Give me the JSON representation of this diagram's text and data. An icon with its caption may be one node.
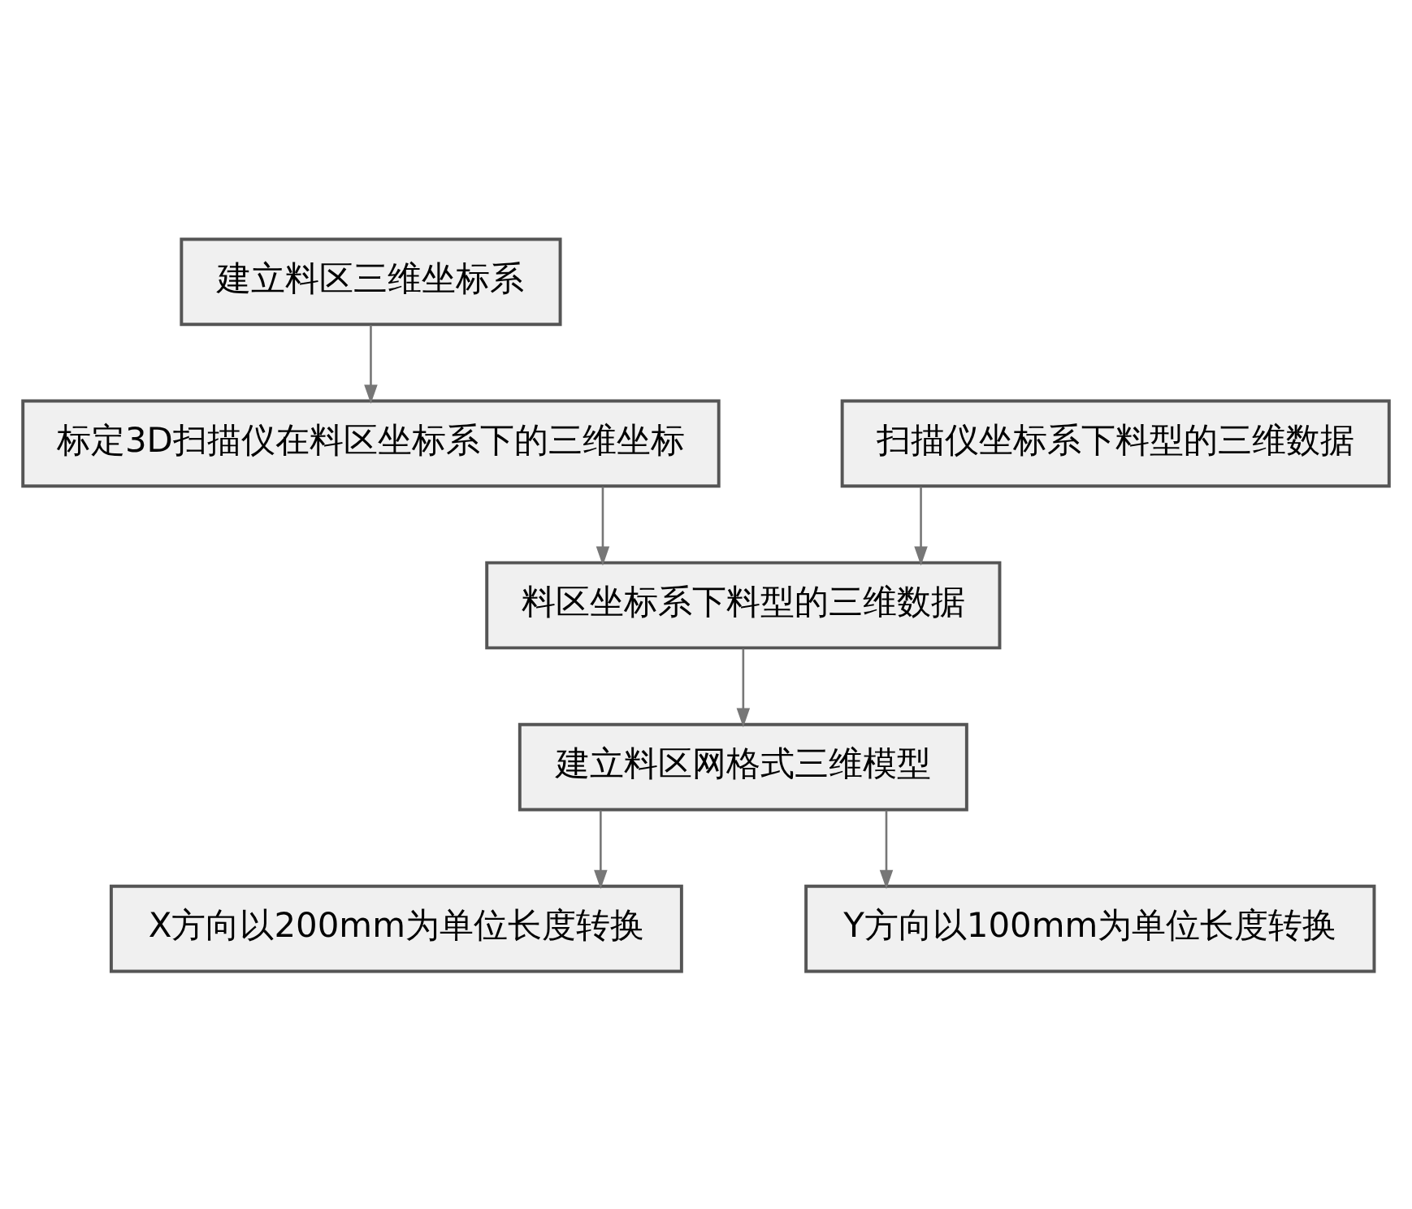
{
  "diagram": {
    "nodes": [
      {
        "text": [
          "建立料区三维坐标系"
        ]
      },
      {
        "text": [
          "标定3D扫描仪在料区坐标系下的三维坐标"
        ]
      },
      {
        "text": [
          "扫描仪坐标系下料型的三维数据"
        ]
      },
      {
        "text": [
          "料区坐标系下料型的三维数据"
        ]
      },
      {
        "text": [
          "建立料区网格式三维模型"
        ]
      },
      {
        "text": [
          "X方向以200mm为单位长度转换"
        ]
      },
      {
        "text": [
          "Y方向以100mm为单位长度转换"
        ]
      }
    ],
    "edges": [
      {
        "from": 0,
        "to": 1,
        "arrow": "to"
      },
      {
        "from": 1,
        "to": 3,
        "arrow": "to"
      },
      {
        "from": 2,
        "to": 3,
        "arrow": "to"
      },
      {
        "from": 3,
        "to": 4,
        "arrow": "to"
      },
      {
        "from": 4,
        "to": 5,
        "arrow": "to"
      },
      {
        "from": 4,
        "to": 6,
        "arrow": "to"
      }
    ]
  }
}
